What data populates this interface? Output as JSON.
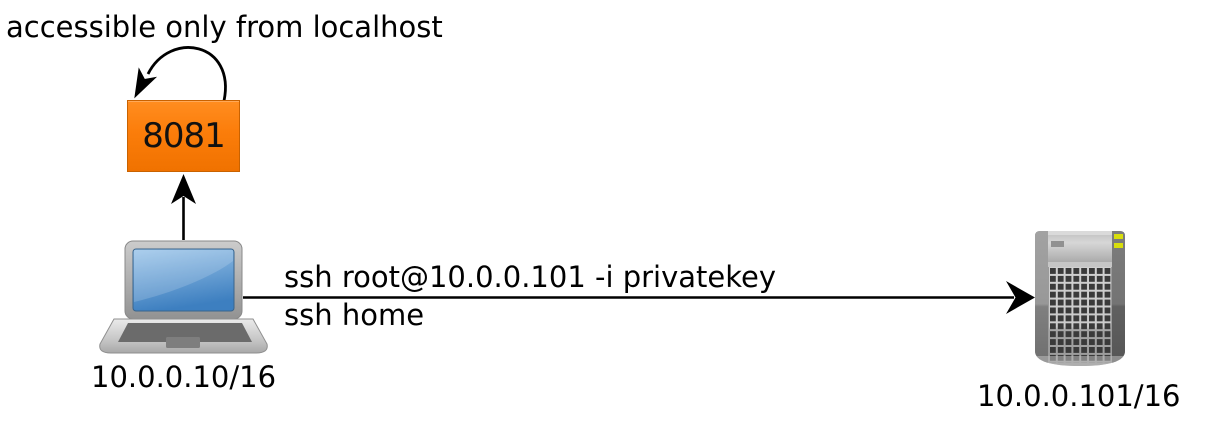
{
  "diagram": {
    "annotation": "accessible only from localhost",
    "port_node": {
      "label": "8081"
    },
    "laptop_node": {
      "label": "10.0.0.10/16"
    },
    "server_node": {
      "label": "10.0.0.101/16"
    },
    "ssh_edge": {
      "label_command": "ssh root@10.0.0.101 -i privatekey",
      "label_alias": "ssh home"
    },
    "colors": {
      "port_fill": "#fb7d0a",
      "port_border": "#c96200",
      "arrow": "#000000",
      "laptop_screen_top": "#9dc6ea",
      "laptop_screen_bottom": "#3d7fc0",
      "server_led": "#d8de0c",
      "background": "#ffffff"
    }
  }
}
